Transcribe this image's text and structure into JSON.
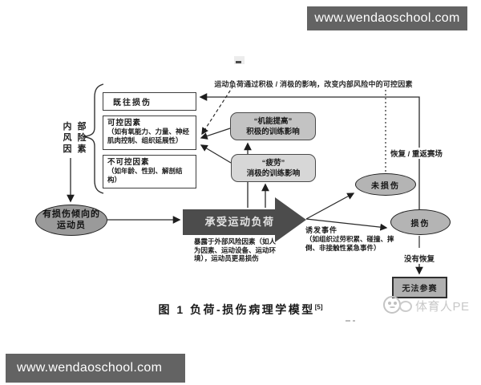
{
  "watermarks": {
    "top_url": "www.wendaoschool.com",
    "bottom_url": "www.wendaoschool.com",
    "bar_color": "#636363",
    "pe_text": "体育人PE",
    "pe_color": "#c8c8c8"
  },
  "diagram": {
    "annotation": "运动负荷通过积极 / 消极的影响，改变内部风险中的可控因素",
    "internal_risk": {
      "lines": [
        "内 部",
        "风 险",
        "因 素"
      ]
    },
    "previous_injury": {
      "label": "既往损伤"
    },
    "modifiable": {
      "title": "可控因素",
      "detail": "（如有氧能力、力量、神经肌肉控制、组织延展性）"
    },
    "nonmodifiable": {
      "title": "不可控因素",
      "detail": "（如年龄、性别、解剖结构）"
    },
    "athlete": {
      "lines": [
        "有损伤倾向的",
        "运动员"
      ]
    },
    "load_arrow": {
      "label": "承受运动负荷",
      "fill": "#4c4c4c"
    },
    "exposure": {
      "text": "暴露于外部风险因素（如人为因素、运动设备、运动环境），运动员更易损伤"
    },
    "fitness": {
      "lines": [
        "“机能提高”",
        "积极的训练影响"
      ],
      "fill": "#c3c3c3"
    },
    "fatigue": {
      "lines": [
        "“疲劳”",
        "消极的训练影响"
      ],
      "fill": "#d7d7d7"
    },
    "trigger": {
      "title": "诱发事件",
      "detail": "（如组织过劳积累、碰撞、摔倒、非接触性紧急事件）"
    },
    "uninjured": {
      "label": "未损伤",
      "fill": "#b4b4b4"
    },
    "injured": {
      "label": "损伤",
      "fill": "#b4b4b4"
    },
    "recovery": {
      "label": "恢复 / 重返赛场"
    },
    "no_recovery": {
      "label": "没有恢复"
    },
    "unable": {
      "label": "无法参赛",
      "fill": "#b0b0b0"
    }
  },
  "caption": {
    "text": "图 1 负荷-损伤病理学模型",
    "superscript": "[5]"
  }
}
